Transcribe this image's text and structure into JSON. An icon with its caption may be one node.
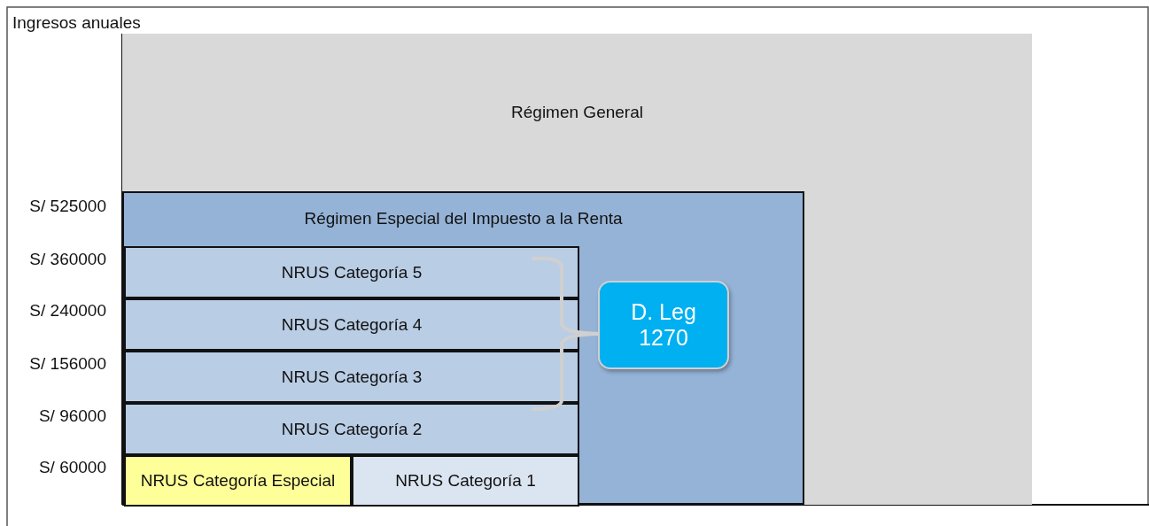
{
  "diagram": {
    "nodes": [
      {
        "text": [
          "Régimen General"
        ]
      },
      {
        "text": [
          "Régimen Especial del Impuesto a la Renta"
        ],
        "in": 0
      },
      {
        "text": [
          "NRUS Categoría 5"
        ],
        "in": 1
      },
      {
        "text": [
          "NRUS Categoría 4"
        ],
        "in": 1
      },
      {
        "text": [
          "NRUS Categoría 3"
        ],
        "in": 1
      },
      {
        "text": [
          "NRUS Categoría 2"
        ],
        "in": 1
      },
      {
        "text": [
          "NRUS Categoría Especial"
        ],
        "in": 1
      },
      {
        "text": [
          "NRUS Categoría 1"
        ],
        "in": 1
      },
      {
        "text": [
          "D. Leg 1270"
        ],
        "in": 1
      }
    ],
    "labels": [
      "Ingresos anuales",
      "S/ 525000",
      "S/ 360000",
      "S/ 240000",
      "S/ 156000",
      "S/ 96000",
      "S/ 60000"
    ]
  }
}
